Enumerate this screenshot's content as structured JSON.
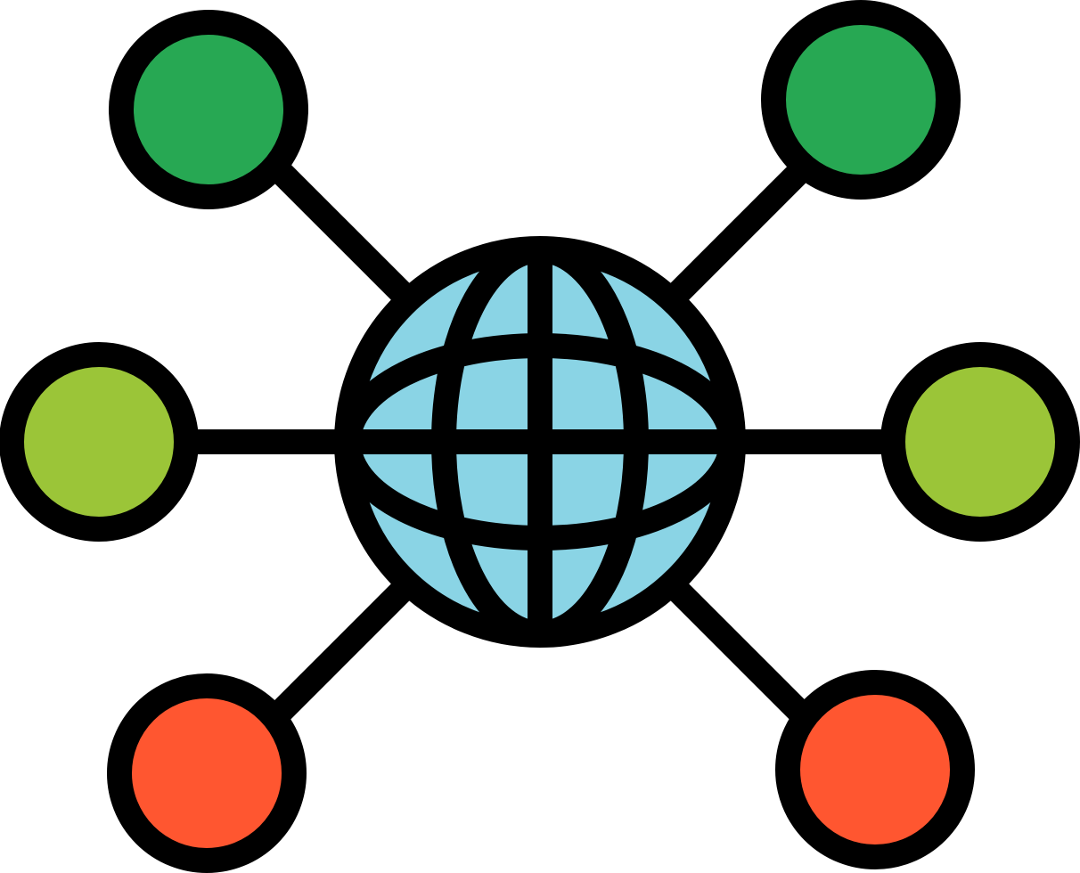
{
  "icon": {
    "name": "global-network-icon",
    "colors": {
      "outline": "#000000",
      "globe_fill": "#8AD4E5",
      "top_nodes": "#27A853",
      "middle_nodes": "#9BC538",
      "bottom_nodes": "#FF5630",
      "background": "#FFFFFF"
    },
    "nodes": [
      {
        "id": "top-left",
        "color": "top_nodes"
      },
      {
        "id": "top-right",
        "color": "top_nodes"
      },
      {
        "id": "middle-left",
        "color": "middle_nodes"
      },
      {
        "id": "middle-right",
        "color": "middle_nodes"
      },
      {
        "id": "bottom-left",
        "color": "bottom_nodes"
      },
      {
        "id": "bottom-right",
        "color": "bottom_nodes"
      }
    ]
  }
}
